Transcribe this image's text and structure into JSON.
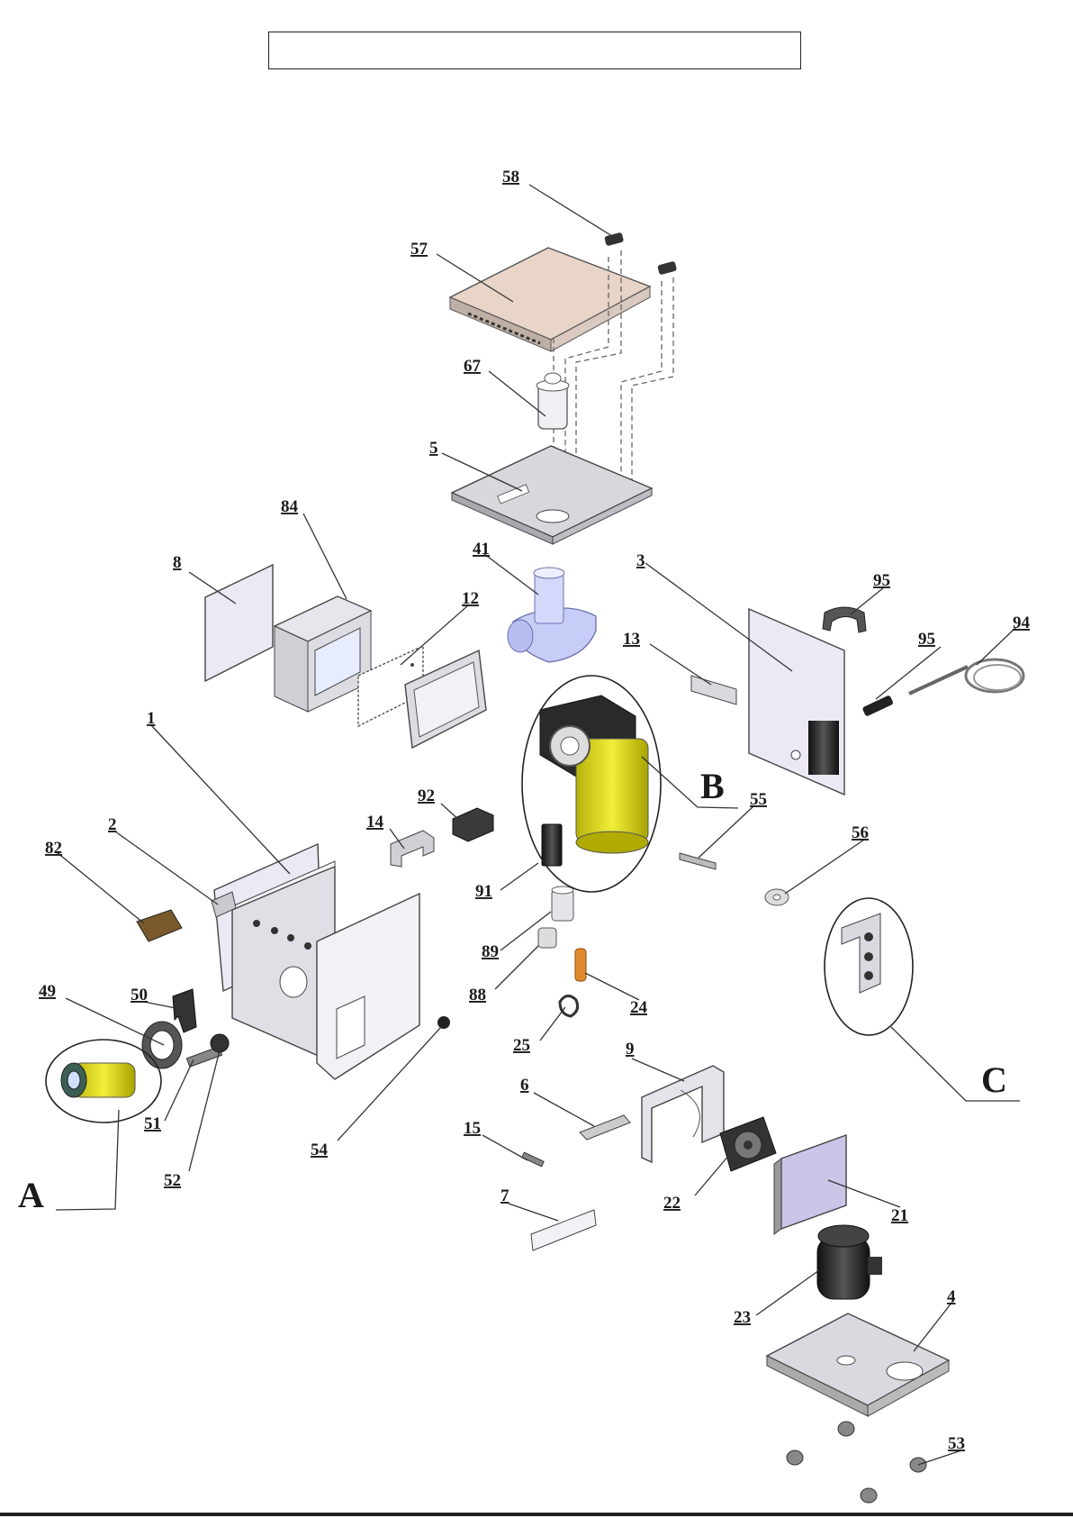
{
  "title": "",
  "callouts": [
    "1",
    "2",
    "3",
    "4",
    "5",
    "6",
    "7",
    "8",
    "9",
    "12",
    "13",
    "14",
    "15",
    "21",
    "22",
    "23",
    "24",
    "25",
    "41",
    "49",
    "50",
    "51",
    "52",
    "53",
    "54",
    "55",
    "56",
    "57",
    "58",
    "67",
    "82",
    "84",
    "88",
    "89",
    "91",
    "92",
    "94",
    "95"
  ],
  "detail_views": [
    "A",
    "B",
    "C"
  ],
  "colors": {
    "line": "#333333",
    "panel": "#ece9f5",
    "steel": "#d9d9e0",
    "yellow": "#e8e21a",
    "blue": "#c8cdf7",
    "tan": "#e8d5c8",
    "dark": "#2a2a2a",
    "orange": "#e08a2e"
  }
}
